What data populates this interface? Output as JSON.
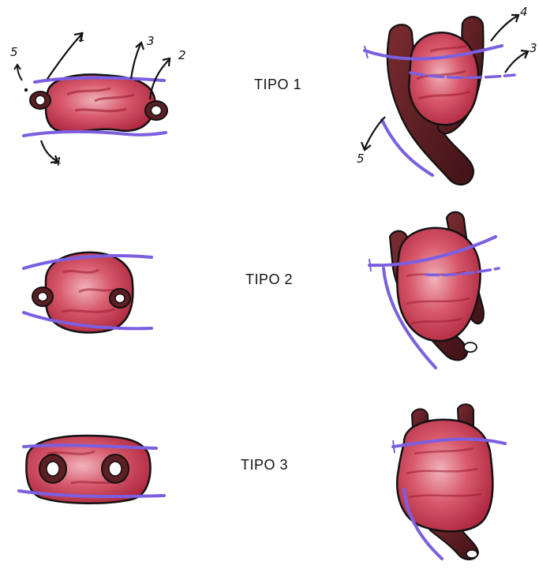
{
  "rows": [
    {
      "label": "TIPO 1"
    },
    {
      "label": "TIPO 2"
    },
    {
      "label": "TIPO 3"
    }
  ],
  "callouts_left": [
    "1",
    "2",
    "3",
    "4",
    "5"
  ],
  "callouts_right": [
    "4",
    "3",
    "5"
  ],
  "colors": {
    "tissue": "#c8384f",
    "tissue_light": "#e89aa6",
    "tissue_dark": "#9a1a2e",
    "vessel": "#5c1f24",
    "vessel_light": "#8a3a3f",
    "ligature": "#7b5fe0",
    "outline": "#111111"
  }
}
